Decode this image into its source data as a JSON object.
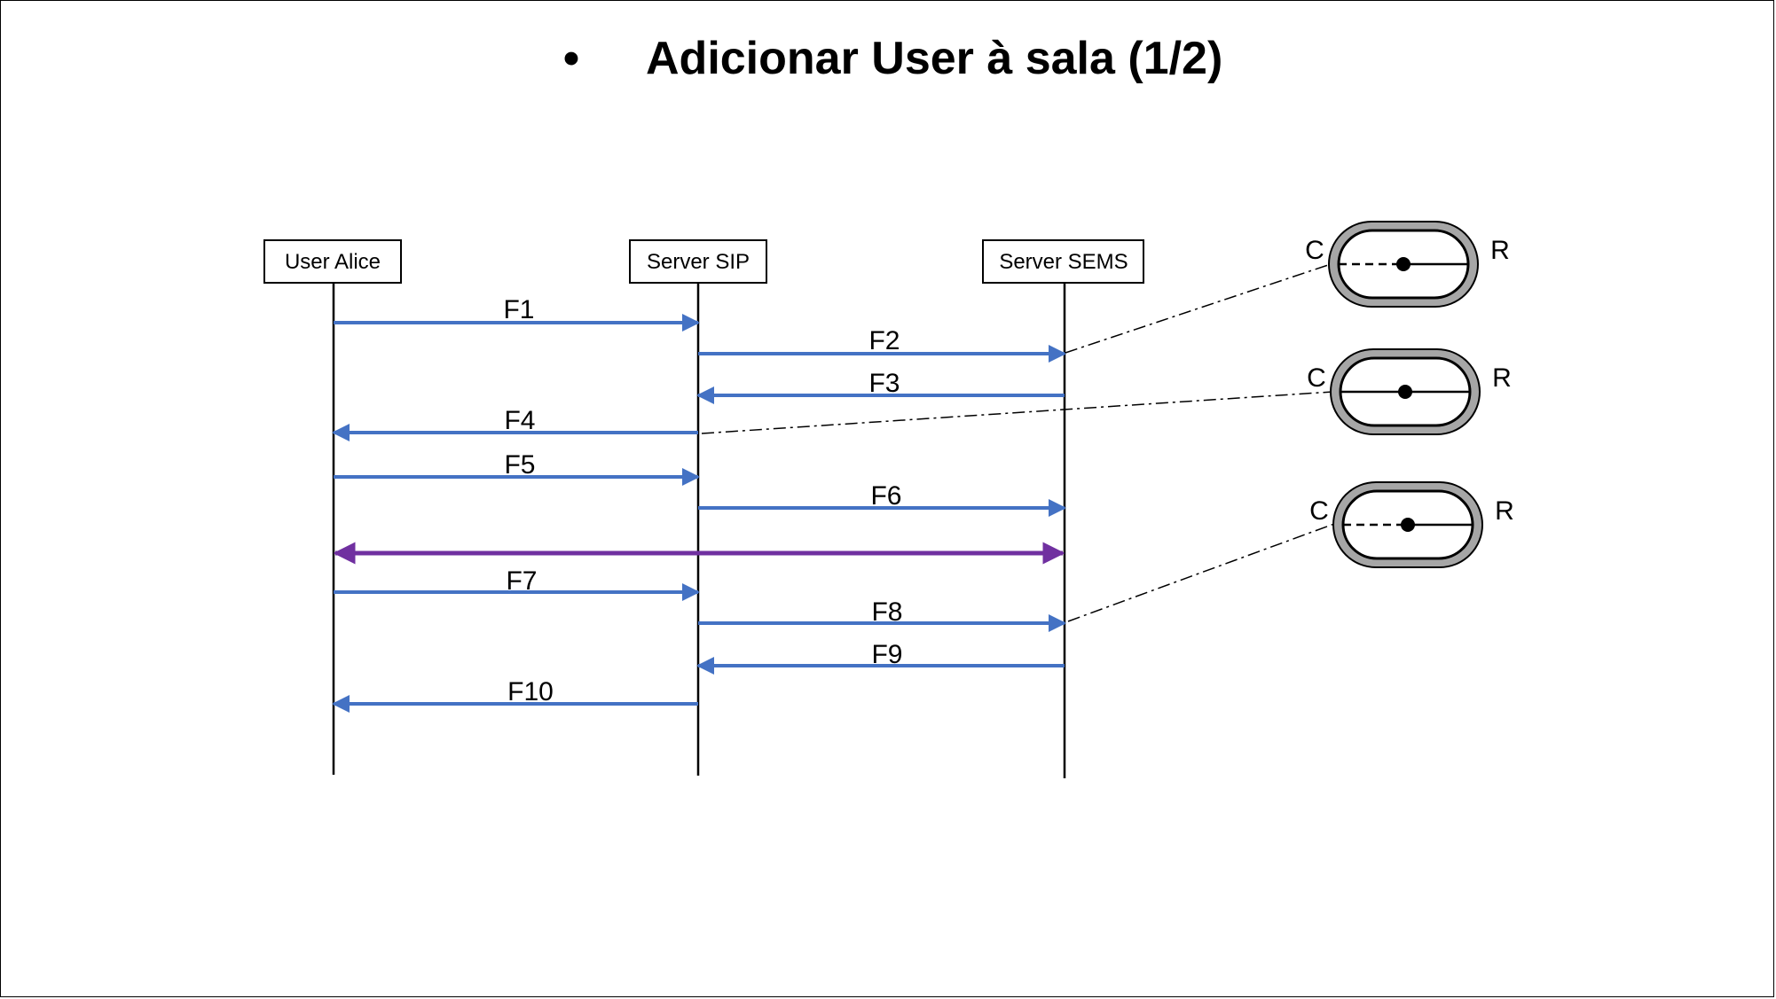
{
  "title": {
    "bullet": "•",
    "text": "Adicionar User à sala (1/2)"
  },
  "participants": [
    {
      "id": "alice",
      "label": "User Alice"
    },
    {
      "id": "sip",
      "label": "Server SIP"
    },
    {
      "id": "sems",
      "label": "Server SEMS"
    }
  ],
  "messages": [
    {
      "label": "F1",
      "from": "alice",
      "to": "sip"
    },
    {
      "label": "F2",
      "from": "sip",
      "to": "sems"
    },
    {
      "label": "F3",
      "from": "sems",
      "to": "sip"
    },
    {
      "label": "F4",
      "from": "sip",
      "to": "alice"
    },
    {
      "label": "F5",
      "from": "alice",
      "to": "sip"
    },
    {
      "label": "F6",
      "from": "sip",
      "to": "sems"
    },
    {
      "label": "",
      "from": "alice",
      "to": "sems",
      "bidirectional": true,
      "color": "#7030a0"
    },
    {
      "label": "F7",
      "from": "alice",
      "to": "sip"
    },
    {
      "label": "F8",
      "from": "sip",
      "to": "sems"
    },
    {
      "label": "F9",
      "from": "sems",
      "to": "sip"
    },
    {
      "label": "F10",
      "from": "sip",
      "to": "alice"
    }
  ],
  "states": [
    {
      "left_label": "C",
      "right_label": "R",
      "segment": "dashed-left"
    },
    {
      "left_label": "C",
      "right_label": "R",
      "segment": "solid"
    },
    {
      "left_label": "C",
      "right_label": "R",
      "segment": "dashed-left"
    }
  ],
  "colors": {
    "arrow": "#4472c4",
    "bidirectional": "#7030a0",
    "state_ring": "#a6a6a6"
  }
}
